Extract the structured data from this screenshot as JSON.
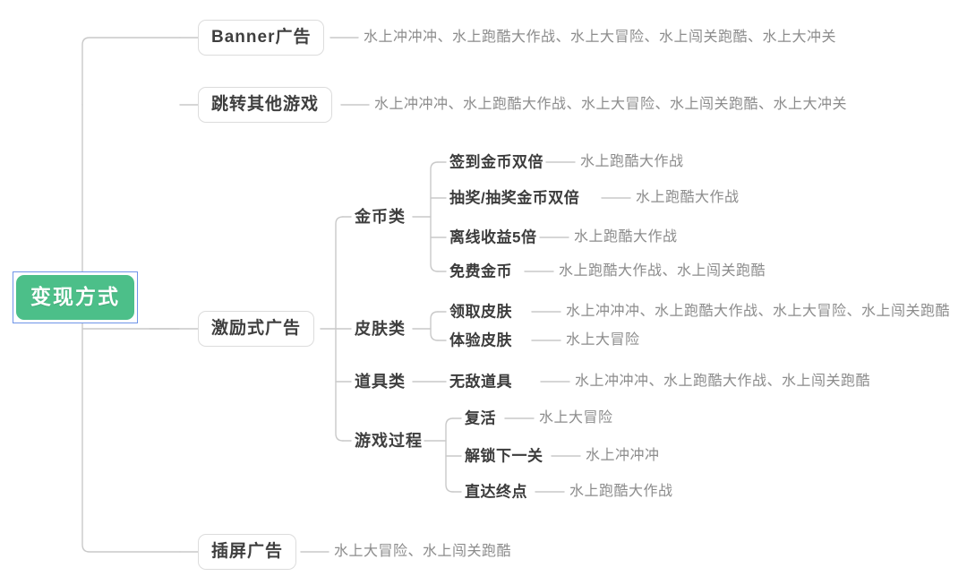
{
  "diagram": {
    "type": "mind-map",
    "title": "变现方式",
    "root": {
      "label": "变现方式",
      "fill_color": "#4cbf89",
      "text_color": "#ffffff",
      "selection_outline_color": "#6f95e8",
      "selected": true
    },
    "branch_line_color": "#c9c9c9",
    "node_border_color": "#dcdcdc",
    "leaf_text_color": "#8c8c8c"
  },
  "nodes": {
    "banner": {
      "label": "Banner广告",
      "leaf": "水上冲冲冲、水上跑酷大作战、水上大冒险、水上闯关跑酷、水上大冲关"
    },
    "jump_other_games": {
      "label": "跳转其他游戏",
      "leaf": "水上冲冲冲、水上跑酷大作战、水上大冒险、水上闯关跑酷、水上大冲关"
    },
    "rewarded_ad": {
      "label": "激励式广告"
    },
    "interstitial": {
      "label": "插屏广告",
      "leaf": "水上大冒险、水上闯关跑酷"
    },
    "coin_category": {
      "label": "金币类"
    },
    "skin_category": {
      "label": "皮肤类"
    },
    "item_category": {
      "label": "道具类"
    },
    "gameplay_category": {
      "label": "游戏过程"
    }
  },
  "items": {
    "coin": [
      {
        "label": "签到金币双倍",
        "leaf": "水上跑酷大作战"
      },
      {
        "label": "抽奖/抽奖金币双倍",
        "leaf": "水上跑酷大作战"
      },
      {
        "label": "离线收益5倍",
        "leaf": "水上跑酷大作战"
      },
      {
        "label": "免费金币",
        "leaf": "水上跑酷大作战、水上闯关跑酷"
      }
    ],
    "skin": [
      {
        "label": "领取皮肤",
        "leaf": "水上冲冲冲、水上跑酷大作战、水上大冒险、水上闯关跑酷"
      },
      {
        "label": "体验皮肤",
        "leaf": "水上大冒险"
      }
    ],
    "item": [
      {
        "label": "无敌道具",
        "leaf": "水上冲冲冲、水上跑酷大作战、水上闯关跑酷"
      }
    ],
    "gameplay": [
      {
        "label": "复活",
        "leaf": "水上大冒险"
      },
      {
        "label": "解锁下一关",
        "leaf": "水上冲冲冲"
      },
      {
        "label": "直达终点",
        "leaf": "水上跑酷大作战"
      }
    ]
  }
}
